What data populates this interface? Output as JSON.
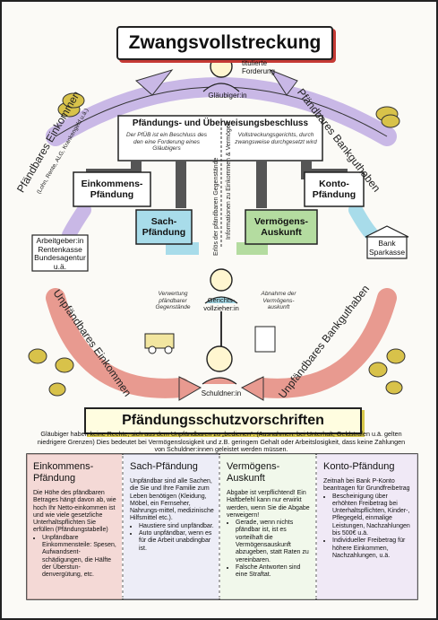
{
  "title": "Zwangsvollstreckung",
  "nodes": {
    "creditor": "Gläubiger:in",
    "titled_claim": "titulierte Forderung",
    "court_bailiff": "Gerichts-vollzieher:in",
    "debtor": "Schuldner:in",
    "employer": "Arbeitgeber:in Rentenkasse Bundesagentur u.ä.",
    "bank": "Bank Sparkasse"
  },
  "center": {
    "heading": "Pfändungs- und Überweisungsbeschluss",
    "desc_left": "Der PfÜB ist ein Beschluss des den eine Forderung eines Gläubigers",
    "desc_right": "Vollstreckungsgerichts, durch zwangsweise durchgesetzt wird",
    "vertical_info": "Informationen zu Einkommen & Vermögen"
  },
  "categories": {
    "income": "Einkommens-Pfändung",
    "property": "Sach-Pfändung",
    "account": "Konto-Pfändung",
    "assets": "Vermögens-Auskunft"
  },
  "arcs": {
    "left_top": "Pfändbares Einkommen",
    "left_top_sub": "(Lohn, Rente, ALG, Krankengeld u.ä.)",
    "right_top": "Pfändbares Bankguthaben",
    "left_bottom": "Unpfändbares Einkommen",
    "right_bottom": "Unpfändbares Bankguthaben"
  },
  "annotations": {
    "disclosure": "Erlös der pfändbaren Gegenstände",
    "valuables": "Verwertung pfändbarer Gegenstände",
    "list": "Abnahme der Vermögens-auskunft"
  },
  "protection": {
    "heading": "Pfändungsschutzvorschriften",
    "intro": "Gläubiger haben keine Rechte, sich aus dem Unpfändbaren zu „bedienen“. (Ausnahmen: bei Unterhalt, Geldstrafen u.ä. gelten niedrigere Grenzen) Dies bedeutet bei Vermögenslosigkeit und z.B. geringem Gehalt oder Arbeitslosigkeit, dass keine Zahlungen von Schuldner:innen geleistet werden müssen.",
    "columns": [
      {
        "title": "Einkommens-Pfändung",
        "text": "Die Höhe des pfändbaren Betrages hängt davon ab, wie hoch Ihr Netto-einkommen ist und wie viele gesetzliche Unterhaltspflichten Sie erfüllen (Pfändungstabelle)",
        "bullets": [
          "Unpfändbare Einkommensteile: Spesen, Aufwandsent-schädigungen, die Hälfte der Überstun-denvergütung, etc."
        ]
      },
      {
        "title": "Sach-Pfändung",
        "text": "Unpfändbar sind alle Sachen, die Sie und Ihre Familie zum Leben benötigen (Kleidung, Möbel, ein Fernseher, Nahrungs-mittel, medizinische Hilfsmittel etc.).",
        "bullets": [
          "Haustiere sind unpfändbar.",
          "Auto unpfändbar, wenn es für die Arbeit unabdingbar ist."
        ]
      },
      {
        "title": "Vermögens-Auskunft",
        "text": "Abgabe ist verpflichtend! Ein Haftbefehl kann nur erwirkt werden, wenn Sie die Abgabe verweigern!",
        "bullets": [
          "Gerade, wenn nichts pfändbar ist, ist es vorteilhaft die Vermögensauskunft abzugeben, statt Raten zu vereinbaren.",
          "Falsche Antworten sind eine Straftat."
        ]
      },
      {
        "title": "Konto-Pfändung",
        "text": "Zeitnah bei Bank P-Konto beantragen für Grundfreibetrag",
        "bullets": [
          "Bescheinigung über erhöhten Freibetrag bei Unterhaltspflichten, Kinder-, Pflegegeld, einmalige Leistungen, Nachzahlungen bis 500€ u.ä.",
          "Individueller Freibetrag für höhere Einkommen, Nachzahlungen, u.ä."
        ]
      }
    ]
  },
  "colors": {
    "purple": "#c9b8e6",
    "blue": "#a8dcea",
    "green": "#b4dca0",
    "red": "#e89a90",
    "coin": "#d8c24a"
  }
}
